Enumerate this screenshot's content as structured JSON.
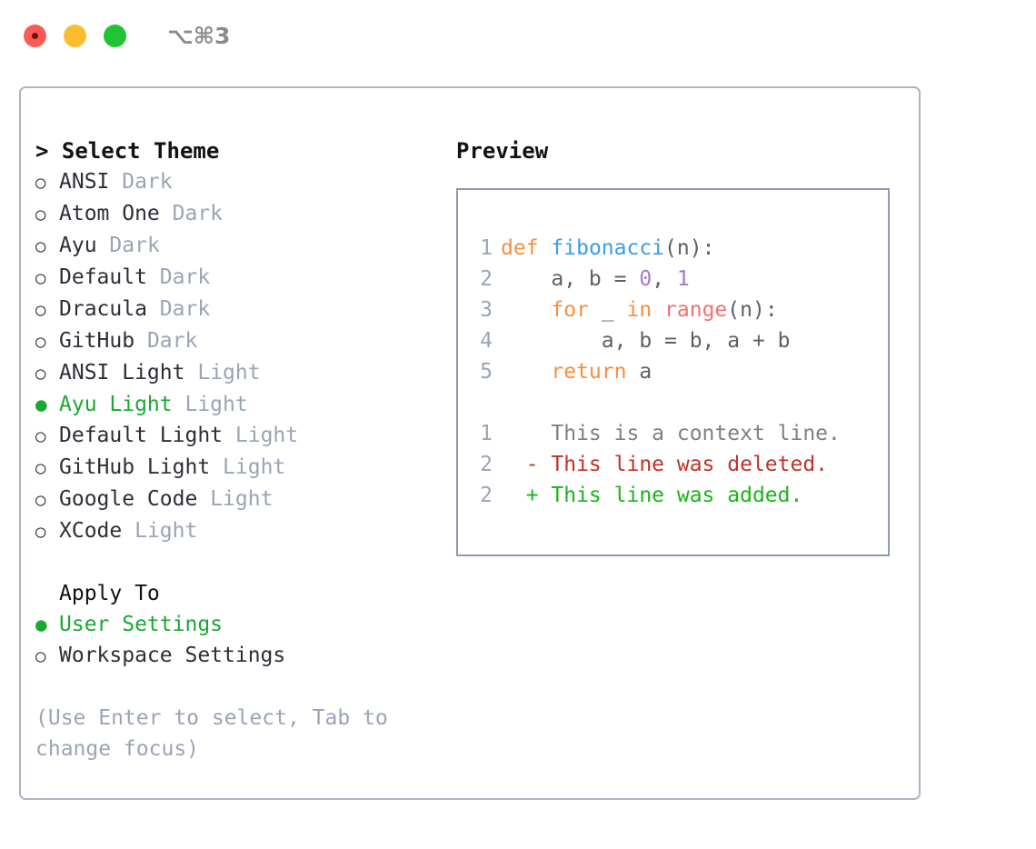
{
  "window": {
    "traffic_lights": [
      "close-red",
      "minimize-yellow",
      "maximize-green"
    ],
    "shortcut": "⌥⌘3"
  },
  "left": {
    "title": "> Select Theme",
    "markers": {
      "selected": "●",
      "unselected": "○"
    },
    "themes": [
      {
        "name": "ANSI",
        "tag": "Dark",
        "selected": false
      },
      {
        "name": "Atom One",
        "tag": "Dark",
        "selected": false
      },
      {
        "name": "Ayu",
        "tag": "Dark",
        "selected": false
      },
      {
        "name": "Default",
        "tag": "Dark",
        "selected": false
      },
      {
        "name": "Dracula",
        "tag": "Dark",
        "selected": false
      },
      {
        "name": "GitHub",
        "tag": "Dark",
        "selected": false
      },
      {
        "name": "ANSI Light",
        "tag": "Light",
        "selected": false
      },
      {
        "name": "Ayu Light",
        "tag": "Light",
        "selected": true
      },
      {
        "name": "Default Light",
        "tag": "Light",
        "selected": false
      },
      {
        "name": "GitHub Light",
        "tag": "Light",
        "selected": false
      },
      {
        "name": "Google Code",
        "tag": "Light",
        "selected": false
      },
      {
        "name": "XCode",
        "tag": "Light",
        "selected": false
      }
    ],
    "apply_to": {
      "title": "Apply To",
      "options": [
        {
          "label": "User Settings",
          "selected": true
        },
        {
          "label": "Workspace Settings",
          "selected": false
        }
      ]
    },
    "hint": "(Use Enter to select, Tab to change focus)"
  },
  "right": {
    "title": "Preview",
    "code_lines": [
      {
        "num": "1",
        "tokens": [
          {
            "t": "def",
            "c": "kw"
          },
          {
            "t": " ",
            "c": "plain"
          },
          {
            "t": "fibonacci",
            "c": "fn"
          },
          {
            "t": "(n):",
            "c": "punc"
          }
        ]
      },
      {
        "num": "2",
        "tokens": [
          {
            "t": "    a, b = ",
            "c": "plain"
          },
          {
            "t": "0",
            "c": "num"
          },
          {
            "t": ", ",
            "c": "plain"
          },
          {
            "t": "1",
            "c": "num"
          }
        ]
      },
      {
        "num": "3",
        "tokens": [
          {
            "t": "    ",
            "c": "plain"
          },
          {
            "t": "for",
            "c": "kw"
          },
          {
            "t": " _ ",
            "c": "plain"
          },
          {
            "t": "in",
            "c": "kw"
          },
          {
            "t": " ",
            "c": "plain"
          },
          {
            "t": "range",
            "c": "bi"
          },
          {
            "t": "(n):",
            "c": "punc"
          }
        ]
      },
      {
        "num": "4",
        "tokens": [
          {
            "t": "        a, b = b, a + b",
            "c": "plain"
          }
        ]
      },
      {
        "num": "5",
        "tokens": [
          {
            "t": "    ",
            "c": "plain"
          },
          {
            "t": "return",
            "c": "kw"
          },
          {
            "t": " a",
            "c": "plain"
          }
        ]
      }
    ],
    "diff_lines": [
      {
        "num": "1",
        "sign": " ",
        "text": " This is a context line.",
        "c": "d-ctx"
      },
      {
        "num": "2",
        "sign": "-",
        "text": " This line was deleted.",
        "c": "d-del"
      },
      {
        "num": "2",
        "sign": "+",
        "text": " This line was added.",
        "c": "d-add"
      }
    ]
  },
  "colors": {
    "keyword": "#fa8d3e",
    "function": "#399ee6",
    "number": "#a37acc",
    "builtin": "#f07171",
    "selected_green": "#1aa832",
    "muted": "#9ba4b5",
    "diff_added": "#1ab41a",
    "diff_deleted": "#c23127",
    "diff_context": "#808080",
    "frame_border": "#aeb5c2",
    "preview_border": "#8e99ac"
  }
}
